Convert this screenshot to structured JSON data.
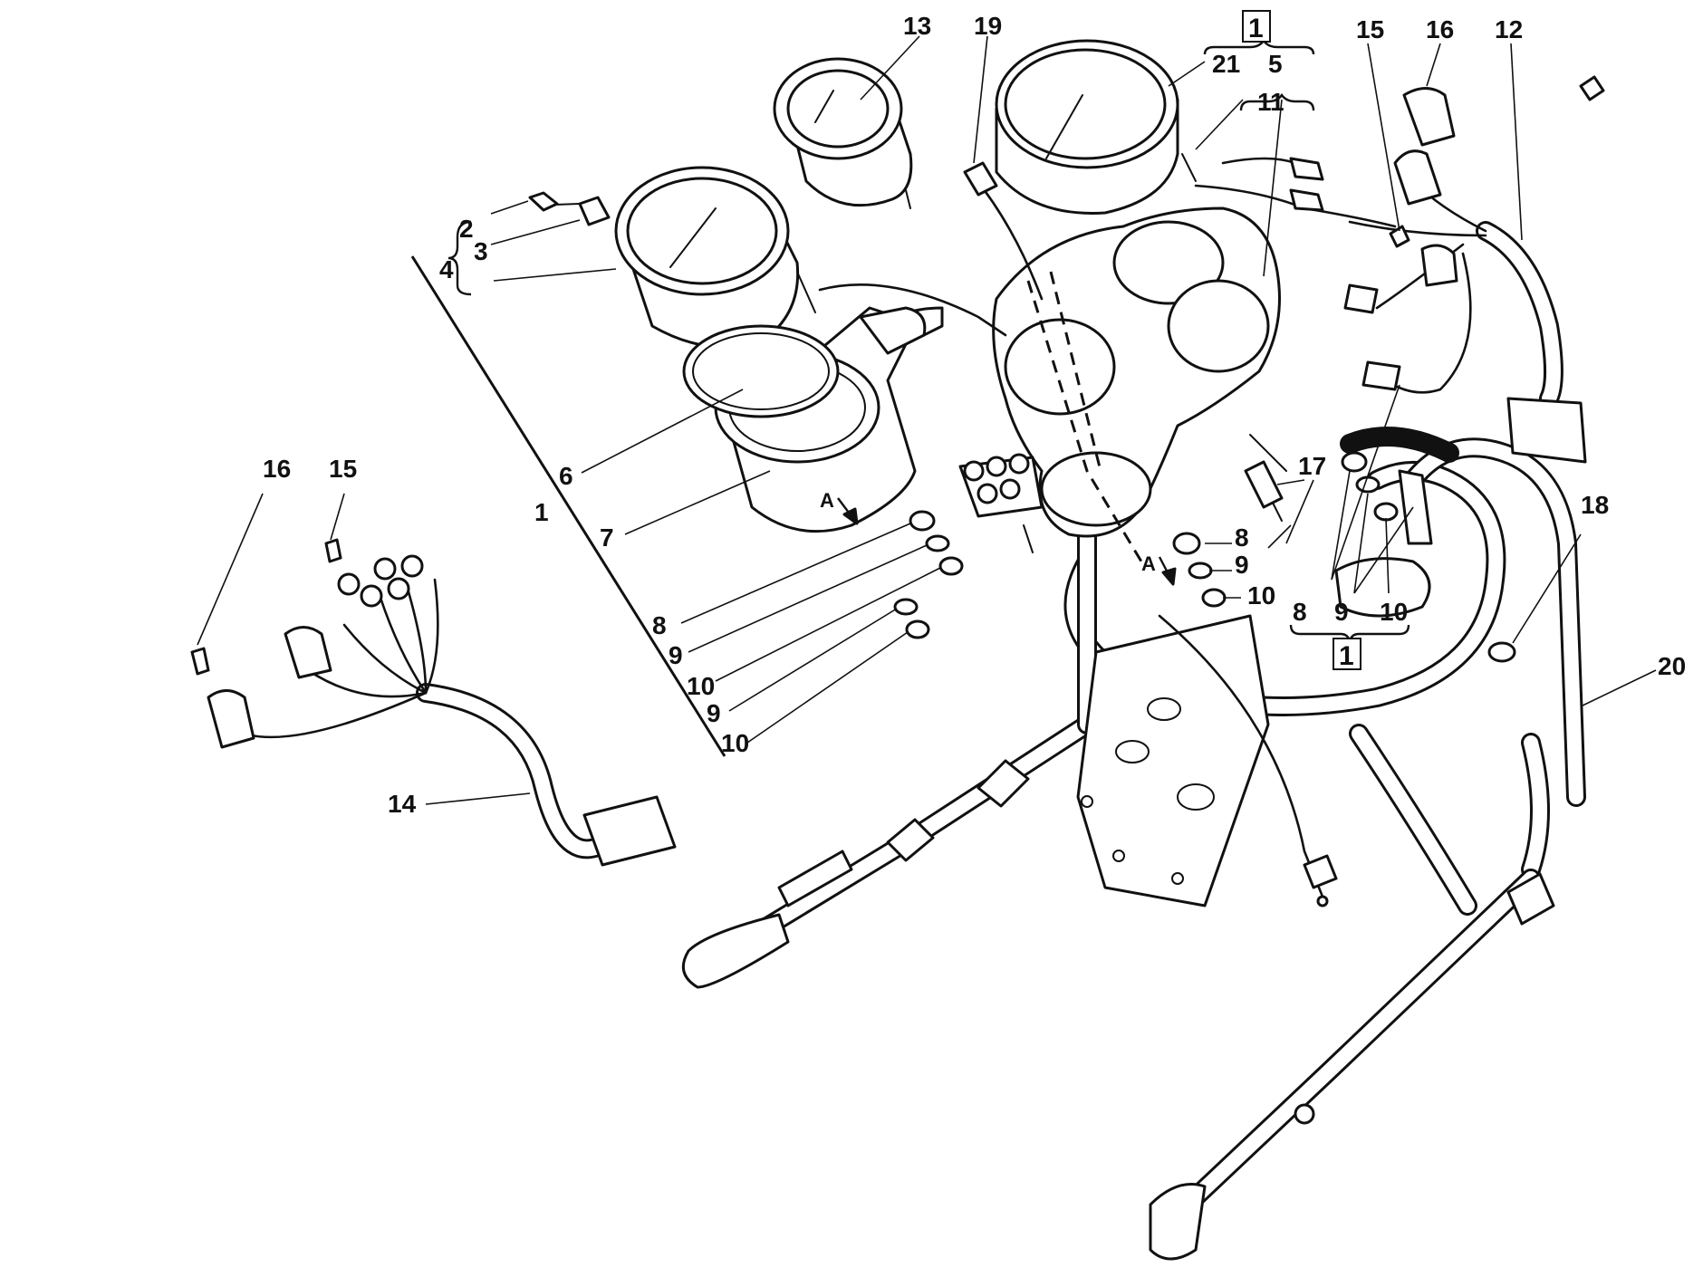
{
  "diagram": {
    "callouts": {
      "c1": "1",
      "c2": "2",
      "c3": "3",
      "c4": "4",
      "c6": "6",
      "c7": "7",
      "c8a": "8",
      "c9a": "9",
      "c10a": "10",
      "c9b": "9",
      "c10b": "10",
      "c13": "13",
      "c19": "19",
      "c21": "21",
      "c5": "5",
      "c11": "11",
      "c15a": "15",
      "c16a": "16",
      "c12": "12",
      "c16b": "16",
      "c15b": "15",
      "c14": "14",
      "c17": "17",
      "c8b": "8",
      "c9c": "9",
      "c10c": "10",
      "c8c": "8",
      "c9d": "9",
      "c10d": "10",
      "c18": "18",
      "c20": "20"
    },
    "boxed_refs": {
      "top": "1",
      "bottom": "1"
    },
    "view_markers": {
      "left": "A",
      "right": "A"
    }
  }
}
